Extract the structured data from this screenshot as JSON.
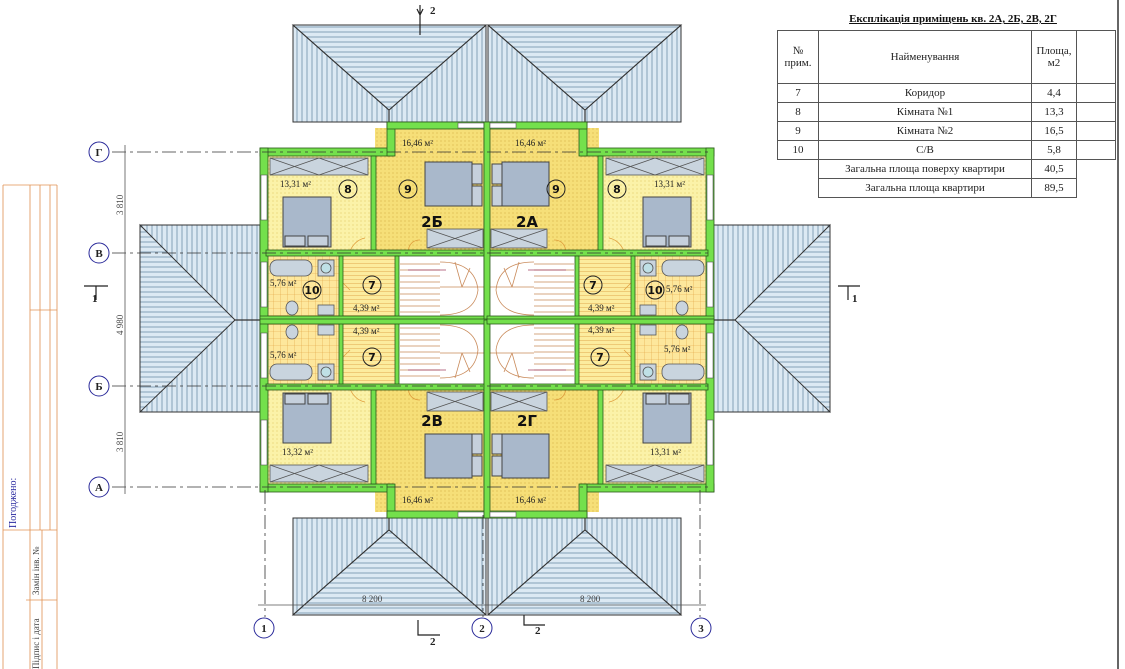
{
  "title_block": {
    "agreed_label": "Погоджено:",
    "replace_inv_label": "Замін інв. №",
    "signature_date_label": "Підпис і дата"
  },
  "table": {
    "title": "Експлікація приміщень кв. 2А, 2Б, 2В, 2Г",
    "headers": {
      "num": "№ прим.",
      "name": "Найменування",
      "area": "Площа, м2"
    },
    "rows": [
      {
        "num": "7",
        "name": "Коридор",
        "area": "4,4"
      },
      {
        "num": "8",
        "name": "Кімната №1",
        "area": "13,3"
      },
      {
        "num": "9",
        "name": "Кімната №2",
        "area": "16,5"
      },
      {
        "num": "10",
        "name": "С/В",
        "area": "5,8"
      }
    ],
    "totals": [
      {
        "name": "Загальна площа поверху квартири",
        "area": "40,5"
      },
      {
        "name": "Загальна площа квартири",
        "area": "89,5"
      }
    ]
  },
  "axes": {
    "rows": [
      "Г",
      "В",
      "Б",
      "А"
    ],
    "cols": [
      "1",
      "2",
      "3"
    ],
    "dims_vertical": [
      "3 810",
      "4 980",
      "3 810"
    ],
    "dims_horizontal": [
      "8 200",
      "8 200"
    ]
  },
  "sections": {
    "top": "2",
    "bottom_left": "2",
    "bottom_right": "2",
    "left": "1",
    "right": "1"
  },
  "apartments": {
    "tl": "2Б",
    "tr": "2А",
    "bl": "2В",
    "br": "2Г"
  },
  "rooms": {
    "tl": {
      "r8_area": "13,31 м²",
      "r9_area": "16,46 м²",
      "r10_area": "5,76 м²",
      "r7_area": "4,39 м²",
      "r8": "8",
      "r9": "9",
      "r10": "10",
      "r7": "7"
    },
    "tr": {
      "r8_area": "13,31 м²",
      "r9_area": "16,46 м²",
      "r10_area": "5,76 м²",
      "r7_area": "4,39 м²",
      "r8": "8",
      "r9": "9",
      "r10": "10",
      "r7": "7"
    },
    "bl": {
      "r8_area": "13,32 м²",
      "r9_area": "16,46 м²",
      "r10_area": "5,76 м²",
      "r7_area": "4,39 м²",
      "r7": "7"
    },
    "br": {
      "r8_area": "13,31 м²",
      "r9_area": "16,46 м²",
      "r10_area": "5,76 м²",
      "r7_area": "4,39 м²",
      "r7": "7"
    }
  },
  "colors": {
    "wall": "#74e04c",
    "room_light": "#fbf2a8",
    "room_dark": "#f6df78",
    "roof": "#d6e6f2",
    "axis": "#2a2a9a"
  }
}
